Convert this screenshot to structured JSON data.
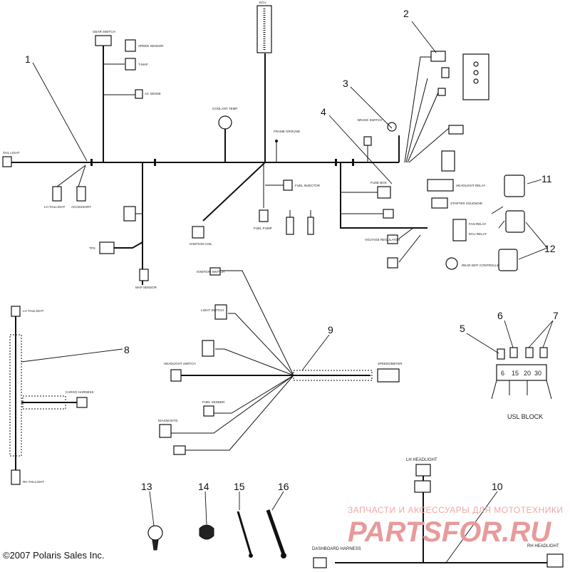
{
  "callouts": [
    "1",
    "2",
    "3",
    "4",
    "5",
    "6",
    "7",
    "8",
    "9",
    "10",
    "11",
    "12",
    "13",
    "14",
    "15",
    "16"
  ],
  "labels": {
    "ecu": "ECU",
    "coolant_temp": "COOLANT TEMP",
    "frame_ground": "FRAME GROUND",
    "tail_light": "TAIL LIGHT",
    "fuel_pump": "FUEL PUMP",
    "fuel_injector": "FUEL INJECTOR",
    "ignition_coil": "IGNITION COIL",
    "map_sensor": "MAP SENSOR",
    "tps": "TPS",
    "t_map": "T-MAP",
    "ac_sense": "AC SENSE",
    "gear_switch": "GEAR SWITCH",
    "speed_sensor": "SPEED SENSOR",
    "rh_tail": "RH TAILLIGHT",
    "lh_tail": "LH TAILLIGHT",
    "brake_switch": "BRAKE SWITCH",
    "fuse_box": "FUSE BOX",
    "headlight_relay": "HEADLIGHT RELAY",
    "fan_relay": "FAN RELAY",
    "ecu_relay": "ECU RELAY",
    "starter": "STARTER SOLENOID",
    "voltage_reg": "VOLTAGE REGULATOR",
    "usl_block": "USL BLOCK",
    "usl_numbers": [
      "6",
      "15",
      "20",
      "30"
    ],
    "dashboard_harness": "DASHBOARD HARNESS",
    "lh_headlight": "LH HEADLIGHT",
    "rh_headlight": "RH HEADLIGHT",
    "ignition_switch": "IGNITION SWITCH",
    "light_switch": "LIGHT SWITCH",
    "headlight_switch": "HEADLIGHT SWITCH",
    "diagnostic": "DIAGNOSTIC",
    "accessory": "ACCESSORY",
    "fuel_sender": "FUEL SENDER",
    "speedometer": "SPEEDOMETER",
    "rear_diff": "REAR DIFF CONTROLLER",
    "cargo": "CARGO HARNESS"
  },
  "copyright": "©2007 Polaris Sales Inc.",
  "watermark": {
    "line1": "ЗАПЧАСТИ И АКСЕССУАРЫ ДЛЯ МОТОТЕХНИКИ",
    "line2": "PARTSFOR.RU"
  }
}
